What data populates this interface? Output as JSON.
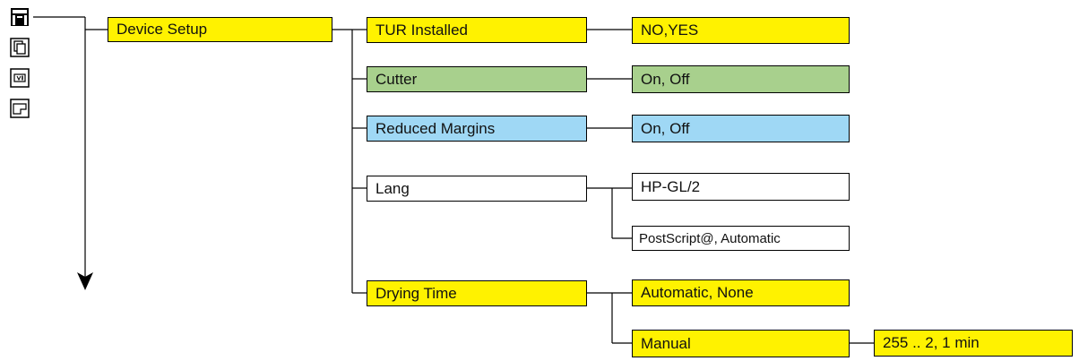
{
  "colors": {
    "yellow": "#fff200",
    "green": "#a8d08d",
    "blue": "#9fd8f5",
    "white": "#ffffff",
    "line": "#000000"
  },
  "icons": [
    "printer-icon",
    "copy-icon",
    "ink-cartridge-icon",
    "paper-icon"
  ],
  "menu": {
    "root": {
      "label": "Device Setup",
      "color": "yellow"
    },
    "items": [
      {
        "label": "TUR Installed",
        "color": "yellow",
        "options": [
          {
            "label": "NO,YES",
            "color": "yellow"
          }
        ]
      },
      {
        "label": "Cutter",
        "color": "green",
        "options": [
          {
            "label": "On, Off",
            "color": "green"
          }
        ]
      },
      {
        "label": "Reduced Margins",
        "color": "blue",
        "options": [
          {
            "label": "On, Off",
            "color": "blue"
          }
        ]
      },
      {
        "label": "Lang",
        "color": "white",
        "options": [
          {
            "label": "HP-GL/2",
            "color": "white"
          },
          {
            "label": "PostScript@, Automatic",
            "color": "white"
          }
        ]
      },
      {
        "label": "Drying Time",
        "color": "yellow",
        "options": [
          {
            "label": "Automatic, None",
            "color": "yellow"
          },
          {
            "label": "Manual",
            "color": "yellow",
            "sub": {
              "label": "255 .. 2, 1 min",
              "color": "yellow"
            }
          }
        ]
      }
    ]
  }
}
